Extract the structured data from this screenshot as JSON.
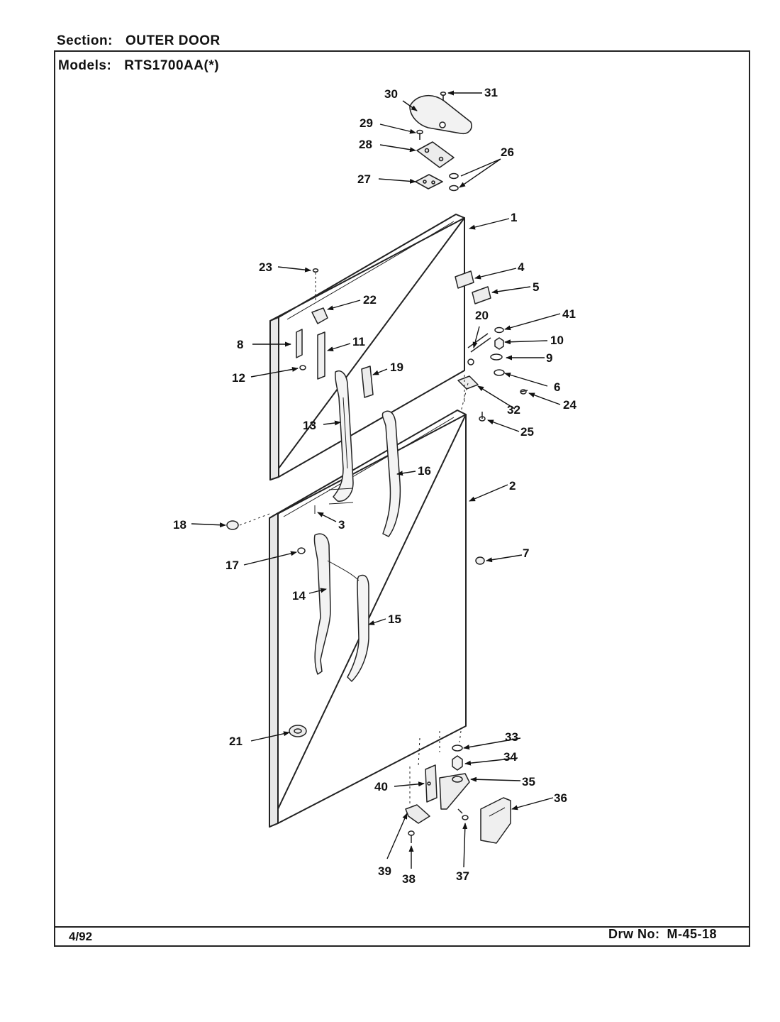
{
  "header": {
    "section_label": "Section:",
    "section_value": "OUTER DOOR",
    "models_label": "Models:",
    "models_value": "RTS1700AA(*)"
  },
  "footer": {
    "date": "4/92",
    "drawing_label": "Drw No:",
    "drawing_number": "M-45-18"
  },
  "callouts": [
    "1",
    "2",
    "3",
    "4",
    "5",
    "6",
    "7",
    "8",
    "9",
    "10",
    "11",
    "12",
    "13",
    "14",
    "15",
    "16",
    "17",
    "18",
    "19",
    "20",
    "21",
    "22",
    "23",
    "24",
    "25",
    "26",
    "27",
    "28",
    "29",
    "30",
    "31",
    "32",
    "33",
    "34",
    "35",
    "36",
    "37",
    "38",
    "39",
    "40",
    "41"
  ]
}
